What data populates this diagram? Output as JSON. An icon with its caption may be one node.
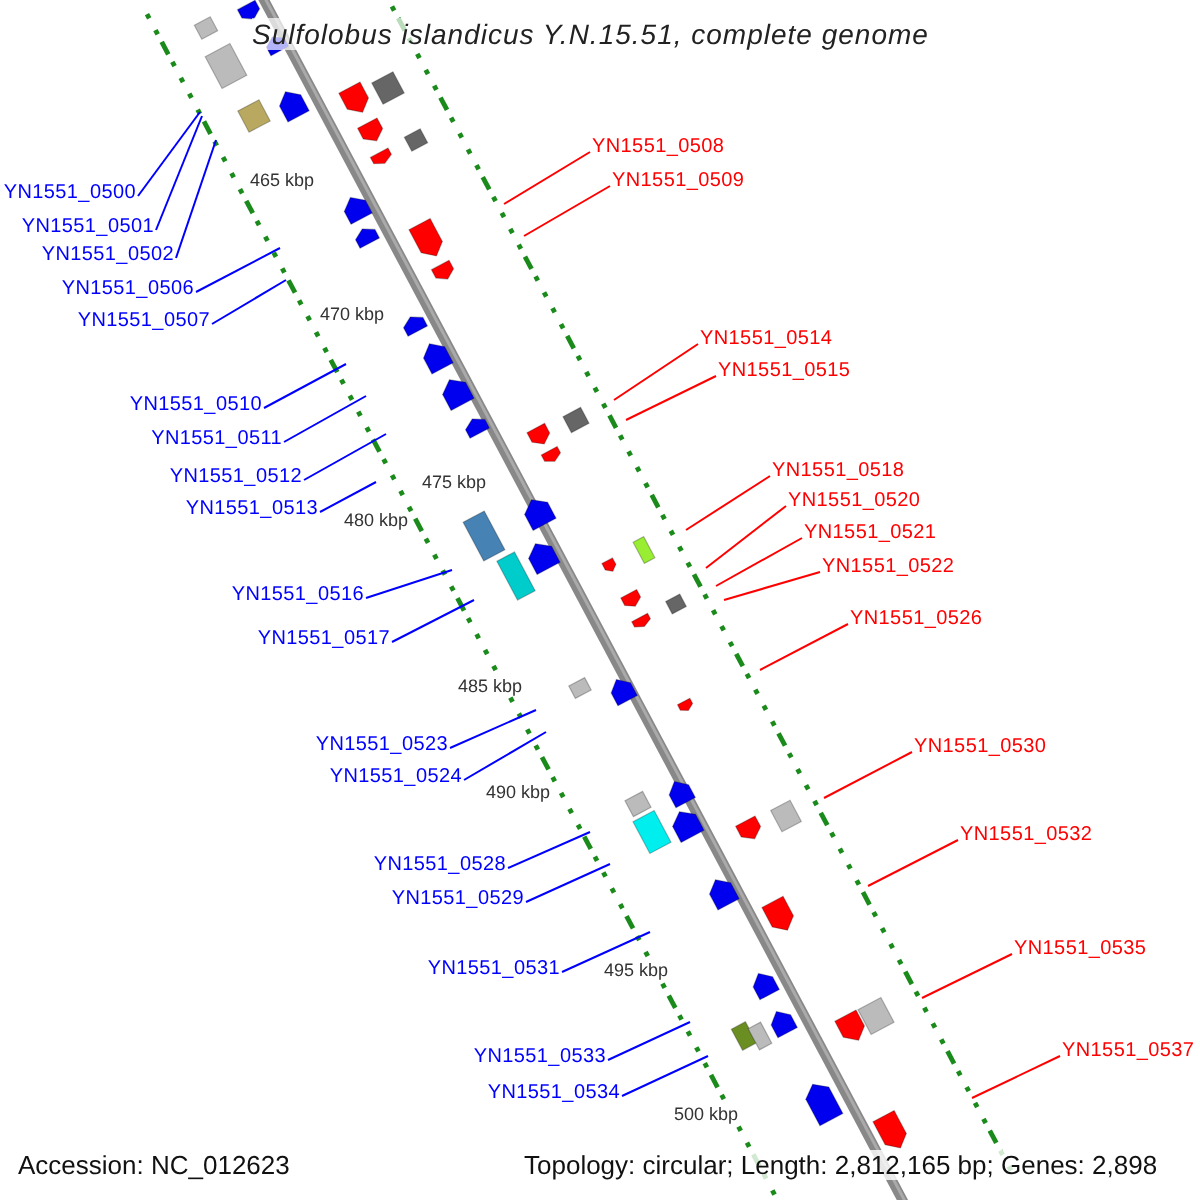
{
  "diagram": {
    "title": "Sulfolobus islandicus Y.N.15.51, complete genome",
    "nodes": [
      {
        "text": [
          "YN1551_0500"
        ]
      },
      {
        "text": [
          "YN1551_0501"
        ]
      },
      {
        "text": [
          "YN1551_0502"
        ]
      },
      {
        "text": [
          "YN1551_0506"
        ]
      },
      {
        "text": [
          "YN1551_0507"
        ]
      },
      {
        "text": [
          "YN1551_0510"
        ]
      },
      {
        "text": [
          "YN1551_0511"
        ]
      },
      {
        "text": [
          "YN1551_0512"
        ]
      },
      {
        "text": [
          "YN1551_0513"
        ]
      },
      {
        "text": [
          "YN1551_0516"
        ]
      },
      {
        "text": [
          "YN1551_0517"
        ]
      },
      {
        "text": [
          "YN1551_0523"
        ]
      },
      {
        "text": [
          "YN1551_0524"
        ]
      },
      {
        "text": [
          "YN1551_0528"
        ]
      },
      {
        "text": [
          "YN1551_0529"
        ]
      },
      {
        "text": [
          "YN1551_0531"
        ]
      },
      {
        "text": [
          "YN1551_0533"
        ]
      },
      {
        "text": [
          "YN1551_0534"
        ]
      },
      {
        "text": [
          "YN1551_0508"
        ]
      },
      {
        "text": [
          "YN1551_0509"
        ]
      },
      {
        "text": [
          "YN1551_0514"
        ]
      },
      {
        "text": [
          "YN1551_0515"
        ]
      },
      {
        "text": [
          "YN1551_0518"
        ]
      },
      {
        "text": [
          "YN1551_0520"
        ]
      },
      {
        "text": [
          "YN1551_0521"
        ]
      },
      {
        "text": [
          "YN1551_0522"
        ]
      },
      {
        "text": [
          "YN1551_0526"
        ]
      },
      {
        "text": [
          "YN1551_0530"
        ]
      },
      {
        "text": [
          "YN1551_0532"
        ]
      },
      {
        "text": [
          "YN1551_0535"
        ]
      },
      {
        "text": [
          "YN1551_0537"
        ]
      }
    ],
    "edges": [
      {
        "from": 0,
        "to": null,
        "arrow": "none"
      },
      {
        "from": 1,
        "to": null,
        "arrow": "none"
      },
      {
        "from": 2,
        "to": null,
        "arrow": "none"
      },
      {
        "from": 3,
        "to": null,
        "arrow": "none"
      },
      {
        "from": 4,
        "to": null,
        "arrow": "none"
      },
      {
        "from": 5,
        "to": null,
        "arrow": "none"
      },
      {
        "from": 6,
        "to": null,
        "arrow": "none"
      },
      {
        "from": 7,
        "to": null,
        "arrow": "none"
      },
      {
        "from": 8,
        "to": null,
        "arrow": "none"
      },
      {
        "from": 9,
        "to": null,
        "arrow": "none"
      },
      {
        "from": 10,
        "to": null,
        "arrow": "none"
      },
      {
        "from": 11,
        "to": null,
        "arrow": "none"
      },
      {
        "from": 12,
        "to": null,
        "arrow": "none"
      },
      {
        "from": 13,
        "to": null,
        "arrow": "none"
      },
      {
        "from": 14,
        "to": null,
        "arrow": "none"
      },
      {
        "from": 15,
        "to": null,
        "arrow": "none"
      },
      {
        "from": 16,
        "to": null,
        "arrow": "none"
      },
      {
        "from": 17,
        "to": null,
        "arrow": "none"
      },
      {
        "from": 18,
        "to": null,
        "arrow": "none",
        "color": "#ff0000"
      },
      {
        "from": 19,
        "to": null,
        "arrow": "none",
        "color": "#ff0000"
      },
      {
        "from": 20,
        "to": null,
        "arrow": "none",
        "color": "#ff0000"
      },
      {
        "from": 21,
        "to": null,
        "arrow": "none",
        "color": "#ff0000"
      },
      {
        "from": 22,
        "to": null,
        "arrow": "none",
        "color": "#ff0000"
      },
      {
        "from": 23,
        "to": null,
        "arrow": "none",
        "color": "#ff0000"
      },
      {
        "from": 24,
        "to": null,
        "arrow": "none",
        "color": "#ff0000"
      },
      {
        "from": 25,
        "to": null,
        "arrow": "none",
        "color": "#ff0000"
      },
      {
        "from": 26,
        "to": null,
        "arrow": "none",
        "color": "#ff0000"
      },
      {
        "from": 27,
        "to": null,
        "arrow": "none",
        "color": "#ff0000"
      },
      {
        "from": 28,
        "to": null,
        "arrow": "none",
        "color": "#ff0000"
      },
      {
        "from": 29,
        "to": null,
        "arrow": "none",
        "color": "#ff0000"
      },
      {
        "from": 30,
        "to": null,
        "arrow": "none",
        "color": "#ff0000"
      }
    ],
    "labels": [
      "465 kbp",
      "470 kbp",
      "475 kbp",
      "480 kbp",
      "485 kbp",
      "490 kbp",
      "495 kbp",
      "500 kbp",
      "Accession: NC_012623",
      "Topology: circular; Length: 2,812,165 bp; Genes: 2,898"
    ]
  }
}
